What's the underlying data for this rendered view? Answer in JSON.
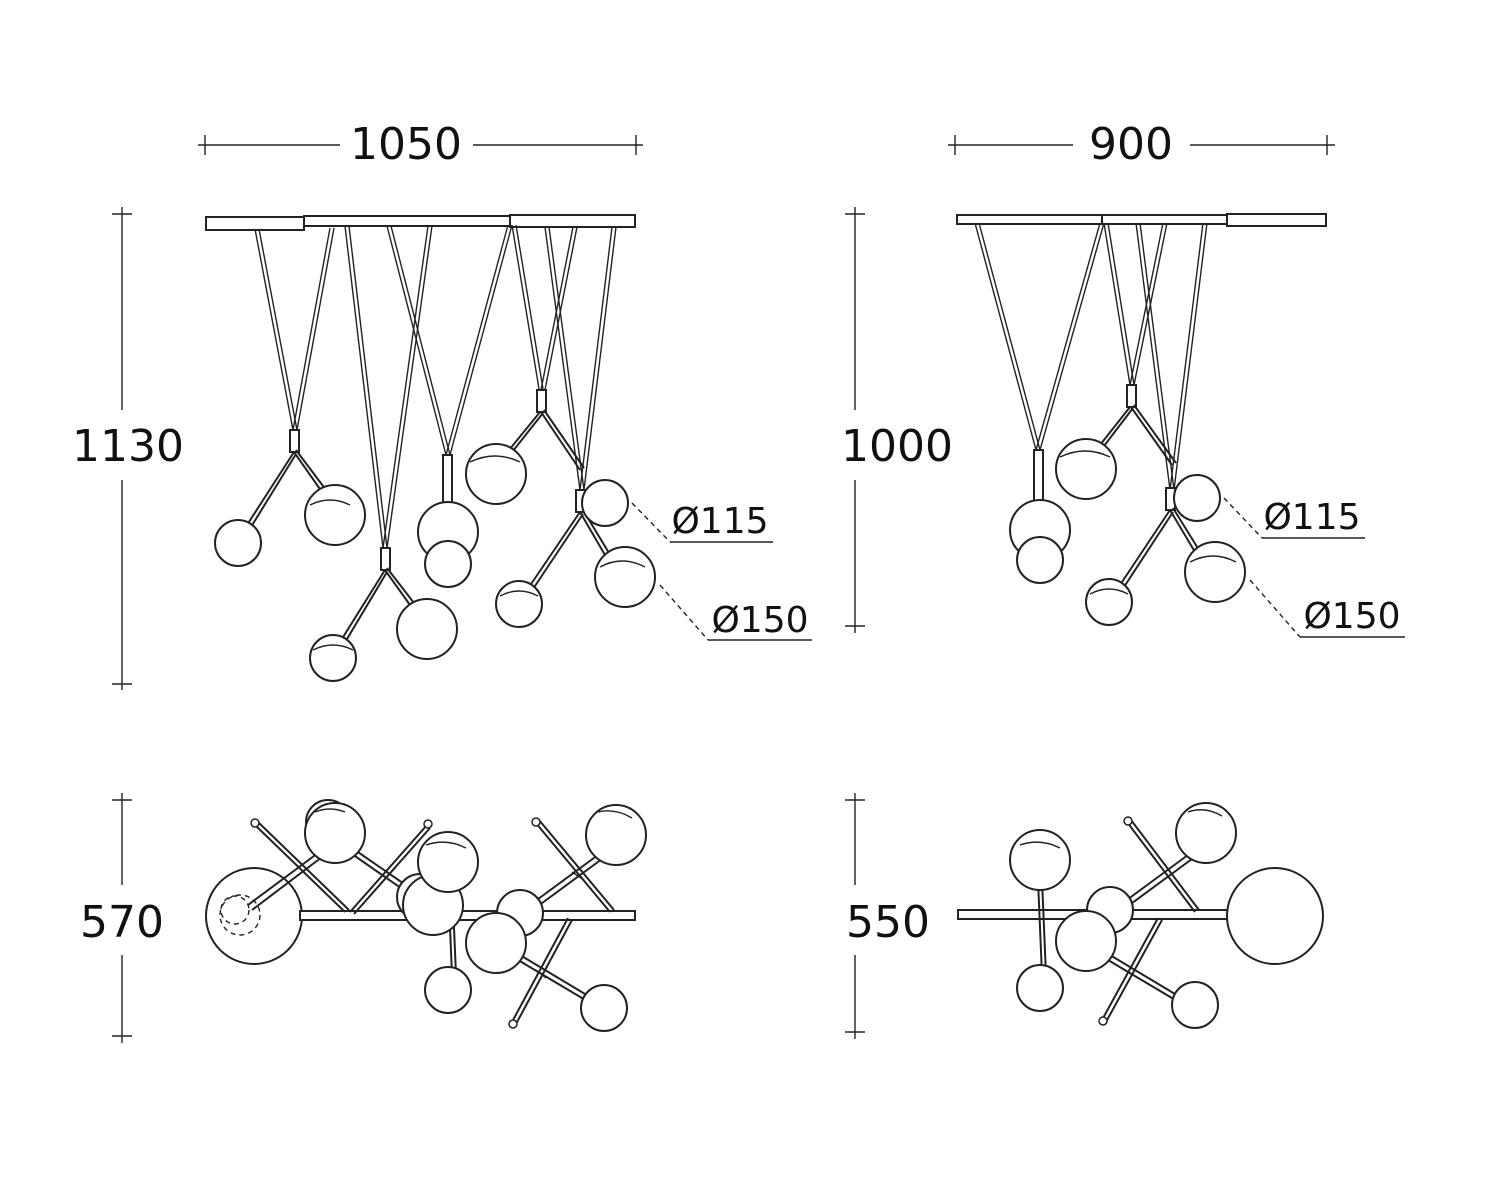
{
  "dimensions": {
    "large_width": "1050",
    "small_width": "900",
    "large_height": "1130",
    "small_height": "1000",
    "large_depth": "570",
    "small_depth": "550"
  },
  "diameters": {
    "large_small_globe": "Ø115",
    "large_big_globe": "Ø150",
    "small_small_globe": "Ø115",
    "small_big_globe": "Ø150"
  }
}
